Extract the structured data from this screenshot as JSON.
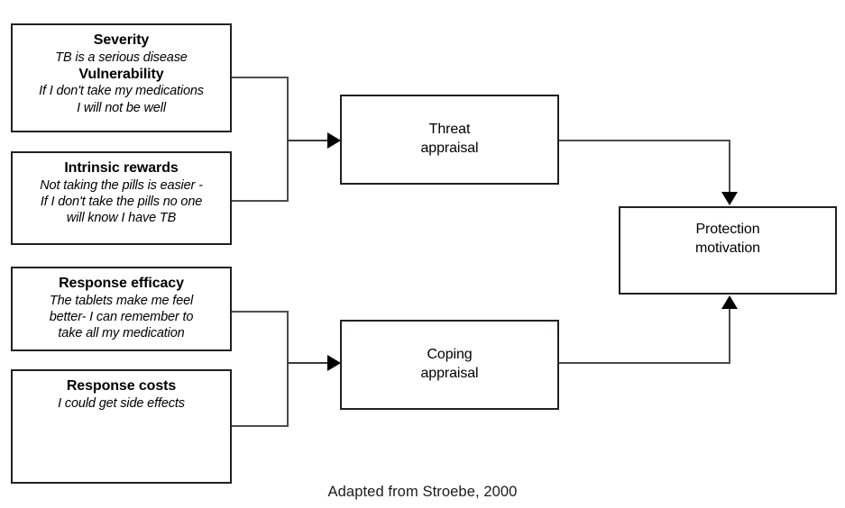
{
  "diagram": {
    "caption": "Adapted from Stroebe, 2000",
    "accent_color": "#231f20",
    "connector_color": "#4d4d4d",
    "threat_group": {
      "boxes": [
        {
          "title_1": "Severity",
          "desc_1": "TB is a serious disease",
          "title_2": "Vulnerability",
          "desc_2": "If I don't take my medications\nI will not be well"
        },
        {
          "title_1": "Intrinsic rewards",
          "desc_1": "Not taking the pills is easier  -\nIf I don't take the pills no one\nwill know I have TB"
        }
      ],
      "stage": "Threat\nappraisal"
    },
    "coping_group": {
      "boxes": [
        {
          "title_1": "Response efficacy",
          "desc_1": "The tablets make me feel\nbetter-  I can remember to\ntake all my medication"
        },
        {
          "title_1": "Response costs",
          "desc_1": "I could get side effects"
        }
      ],
      "stage": "Coping\nappraisal"
    },
    "outcome": "Protection\nmotivation"
  }
}
